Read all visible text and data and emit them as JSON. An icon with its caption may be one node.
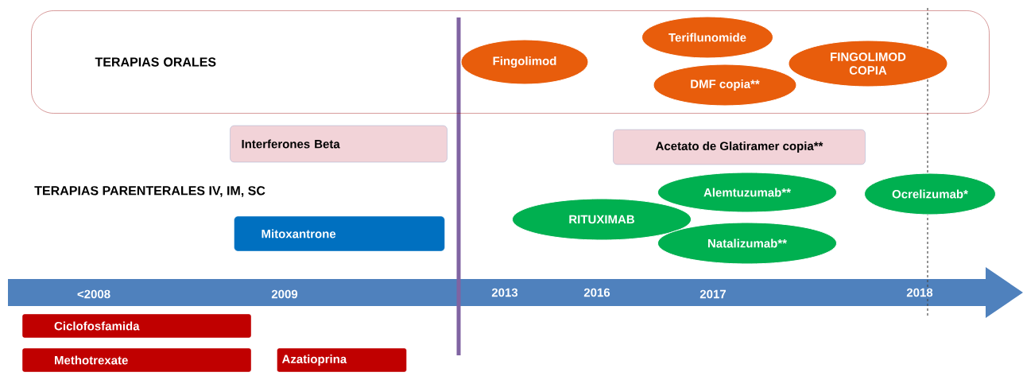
{
  "diagram": {
    "nodes": [
      {
        "text": [
          "TERAPIAS ORALES"
        ]
      },
      {
        "text": [
          "Fingolimod"
        ],
        "in": 0
      },
      {
        "text": [
          "Teriflunomide"
        ],
        "in": 0
      },
      {
        "text": [
          "DMF copia**"
        ],
        "in": 0
      },
      {
        "text": [
          "FINGOLIMOD COPIA"
        ],
        "in": 0
      },
      {
        "text": [
          "Interferones Beta"
        ]
      },
      {
        "text": [
          "Acetato de Glatiramer copia**"
        ]
      },
      {
        "text": [
          "Alemtuzumab**"
        ]
      },
      {
        "text": [
          "Ocrelizumab*"
        ]
      },
      {
        "text": [
          "Mitoxantrone"
        ]
      },
      {
        "text": [
          "RITUXIMAB"
        ]
      },
      {
        "text": [
          "Natalizumab**"
        ]
      },
      {
        "text": [
          "Ciclofosfamida"
        ]
      },
      {
        "text": [
          "Methotrexate"
        ]
      },
      {
        "text": [
          "Azatioprina"
        ]
      }
    ],
    "labels": [
      "TERAPIAS PARENTERALES  IV, IM, SC",
      "<2008",
      "2009",
      "2013",
      "2016",
      "2017",
      "2018"
    ]
  }
}
